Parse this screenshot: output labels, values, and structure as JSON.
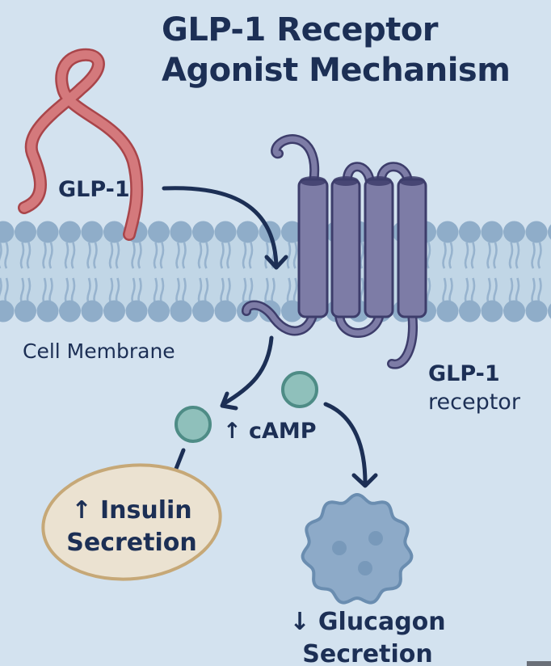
{
  "title": {
    "line1": "GLP-1 Receptor",
    "line2": "Agonist Mechanism"
  },
  "labels": {
    "glp1": "GLP-1",
    "cell_membrane": "Cell Membrane",
    "receptor_line1": "GLP-1",
    "receptor_line2": "receptor",
    "camp": "↑ cAMP",
    "insulin_line1": "↑ Insulin",
    "insulin_line2": "Secretion",
    "glucagon_line1": "↓ Glucagon",
    "glucagon_line2": "Secretion"
  },
  "colors": {
    "background": "#d3e2ef",
    "text": "#1c2f55",
    "arrow": "#1c2f55",
    "peptide_fill": "#d4797c",
    "peptide_stroke": "#a9454a",
    "receptor_fill": "#7d7ca6",
    "receptor_stroke": "#3d3d6b",
    "lipid_head": "#8fadc9",
    "lipid_tail": "#8fadc9",
    "membrane_core": "#c1d6e6",
    "camp_fill": "#8fc0bb",
    "camp_stroke": "#4e8c86",
    "insulin_fill": "#ebe2d1",
    "insulin_stroke": "#c6a877",
    "glucagon_fill": "#8daac8",
    "glucagon_stroke": "#6a8db0"
  },
  "icons": {
    "peptide": "glp1-peptide-icon",
    "receptor": "seven-transmembrane-receptor-icon",
    "camp": "camp-molecule-icon",
    "alpha_cell": "alpha-cell-icon"
  }
}
